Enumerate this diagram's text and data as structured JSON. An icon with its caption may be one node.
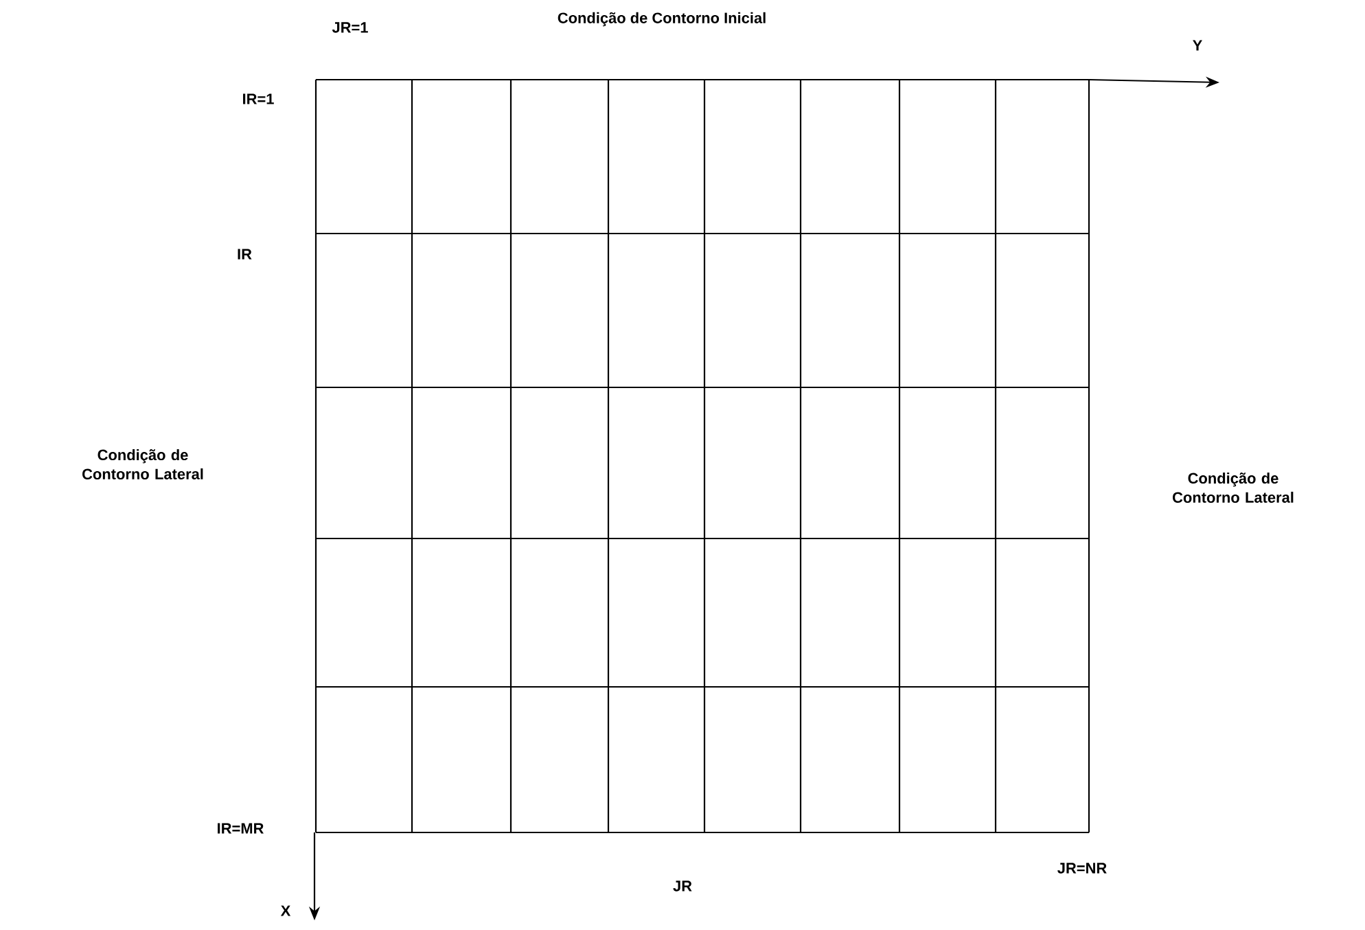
{
  "diagram": {
    "labels": [
      "Condição de Contorno Inicial",
      "JR=1",
      "Y",
      "IR=1",
      "IR",
      "Condição de Contorno Lateral",
      "Condição de Contorno Lateral",
      "IR=MR",
      "JR",
      "JR=NR",
      "X"
    ]
  }
}
